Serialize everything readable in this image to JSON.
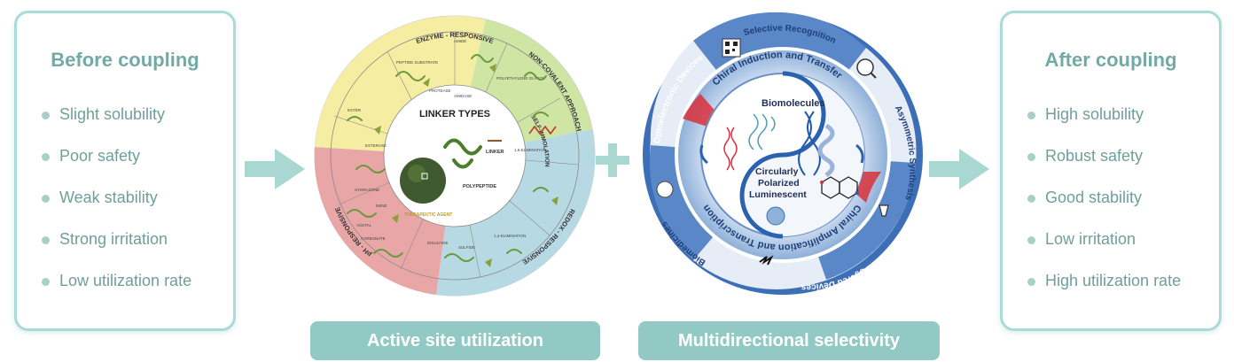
{
  "left_panel": {
    "title": "Before coupling",
    "items": [
      "Slight solubility",
      "Poor safety",
      "Weak stability",
      "Strong irritation",
      "Low utilization rate"
    ]
  },
  "right_panel": {
    "title": "After coupling",
    "items": [
      "High solubility",
      "Robust safety",
      "Good stability",
      "Low irritation",
      "High utilization rate"
    ]
  },
  "linker_wheel": {
    "center_title": "LINKER TYPES",
    "center_labels": {
      "linker": "LINKER",
      "polypeptide": "POLYPEPTIDE",
      "therapeutic": "THERAPEUTIC AGENT"
    },
    "sectors": {
      "enzyme": "ENZYME - RESPONSIVE",
      "noncovalent": "NON-COVALENT APPROACH",
      "self_immolation": "SELF-IMMOLATION",
      "redox": "REDOX - RESPONSIVE",
      "ph": "pH - RESPONSIVE"
    },
    "inner_labels": [
      "PROTEASE",
      "AMIDASE",
      "ESTERASE",
      "HYDRAZONE",
      "IMINE",
      "DISULFIDE",
      "SULFIDE",
      "1,6-ELIMINATION",
      "1,4-ELIMINATION",
      "ACETAL",
      "CARBONATE",
      "ESTER",
      "AMIDE",
      "PEPTIDE SUBSTRATE",
      "POLYETHYLENE GLYCOL"
    ]
  },
  "cpl_wheel": {
    "outer": {
      "selective": "Selective Recognition",
      "asymmetric": "Asymmetric Synthesis",
      "cpl_devices": "CPL-Triggered Devices",
      "biomedicines": "Biomedicines",
      "opto": "Optoelectronic Devices"
    },
    "chiral_induction": "Chiral Induction and Transfer",
    "chiral_amplification": "Chiral Amplification and Transcription",
    "biomolecules": "Biomolecules",
    "cpl_line1": "Circularly",
    "cpl_line2": "Polarized",
    "cpl_line3": "Luminescent"
  },
  "bottom_labels": {
    "left": "Active site utilization",
    "right": "Multidirectional selectivity"
  },
  "colors": {
    "panel_border": "#a9dcd8",
    "teal_text": "#72aaa6",
    "button": "#93c9c4",
    "enzyme_sector": "#f5eda1",
    "noncovalent_sector": "#cfe5a4",
    "redox_sector": "#b7d9e3",
    "ph_sector": "#e9a6a6",
    "cpl_blue": "#3d6fb6"
  }
}
